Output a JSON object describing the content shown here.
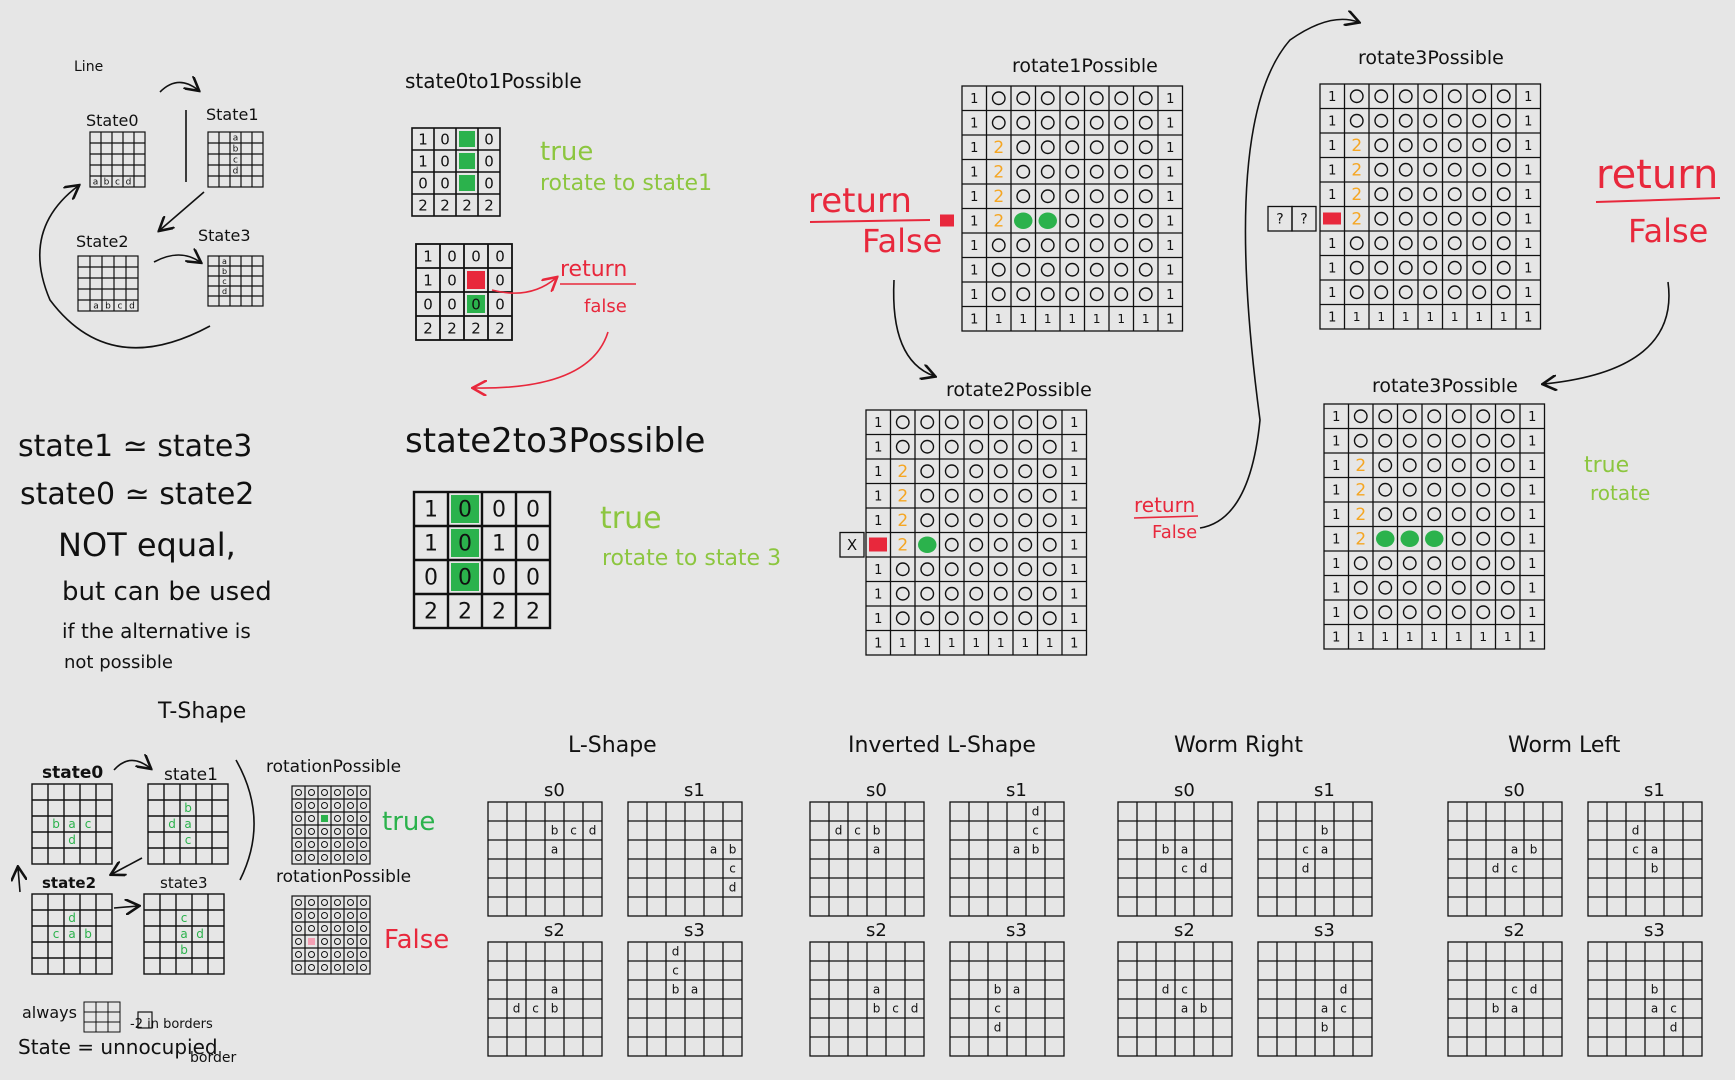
{
  "colors": {
    "ink": "#111111",
    "red": "#e8283c",
    "green": "#2bb24c",
    "lime": "#8cc63f",
    "orange": "#f5a623",
    "background": "#e6e6e6"
  },
  "line_section": {
    "title": "Line",
    "states": [
      "State0",
      "State1",
      "State2",
      "State3"
    ],
    "cell_letters": [
      "a",
      "b",
      "c",
      "d"
    ]
  },
  "check_section": {
    "title_01": "state0to1Possible",
    "true_label": "true",
    "true_note_1": "rotate to state1",
    "return_label": "return",
    "false_label": "false",
    "title_23": "state2to3Possible",
    "true_label_23": "true",
    "true_note_23": "rotate to state 3",
    "grid_01_values": [
      [
        "1",
        "0",
        "",
        "0"
      ],
      [
        "1",
        "0",
        "",
        "0"
      ],
      [
        "0",
        "0",
        "",
        "0"
      ],
      [
        "2",
        "2",
        "2",
        "2"
      ]
    ],
    "grid_01b_values": [
      [
        "1",
        "0",
        "0",
        "0"
      ],
      [
        "1",
        "0",
        "",
        "0"
      ],
      [
        "0",
        "0",
        "0",
        "0"
      ],
      [
        "2",
        "2",
        "2",
        "2"
      ]
    ],
    "grid_23_values": [
      [
        "1",
        "0",
        "0",
        "0"
      ],
      [
        "1",
        "0",
        "1",
        "0"
      ],
      [
        "0",
        "0",
        "0",
        "0"
      ],
      [
        "2",
        "2",
        "2",
        "2"
      ]
    ]
  },
  "notes": {
    "line1": "state1 ≃ state3",
    "line2": "state0 ≃ state2",
    "line3": "NOT equal,",
    "line4": "but can be used",
    "line5": "if the alternative is",
    "line6": "not possible"
  },
  "rotate_section": {
    "panel1_title": "rotate1Possible",
    "panel2_title": "rotate2Possible",
    "panel3_title": "rotate3Possible",
    "panel4_title": "rotate3Possible",
    "return_label": "return",
    "false_label": "False",
    "return_small": "return",
    "false_small": "False",
    "return_right": "return",
    "false_right": "False",
    "true_label": "true",
    "rotate_label": "rotate",
    "x_mark": "X",
    "question": "?",
    "cell_one": "1",
    "cell_two": "2",
    "cell_zero": "0"
  },
  "tshape_section": {
    "title": "T-Shape",
    "state0": "state0",
    "state1": "state1",
    "state2": "state2",
    "state3": "state3",
    "rotation_possible_1": "rotationPossible",
    "rotation_possible_2": "rotationPossible",
    "true_label": "true",
    "false_label": "False",
    "always_label": "always",
    "in_borders": "-2 in borders",
    "state_eq": "State = unnocupied",
    "border_word": "border"
  },
  "shapes": [
    {
      "title": "L-Shape",
      "labels": [
        "s0",
        "s1",
        "s2",
        "s3"
      ]
    },
    {
      "title": "Inverted L-Shape",
      "labels": [
        "s0",
        "s1",
        "s2",
        "s3"
      ]
    },
    {
      "title": "Worm Right",
      "labels": [
        "s0",
        "s1",
        "s2",
        "s3"
      ]
    },
    {
      "title": "Worm Left",
      "labels": [
        "s0",
        "s1",
        "s2",
        "s3"
      ]
    }
  ]
}
